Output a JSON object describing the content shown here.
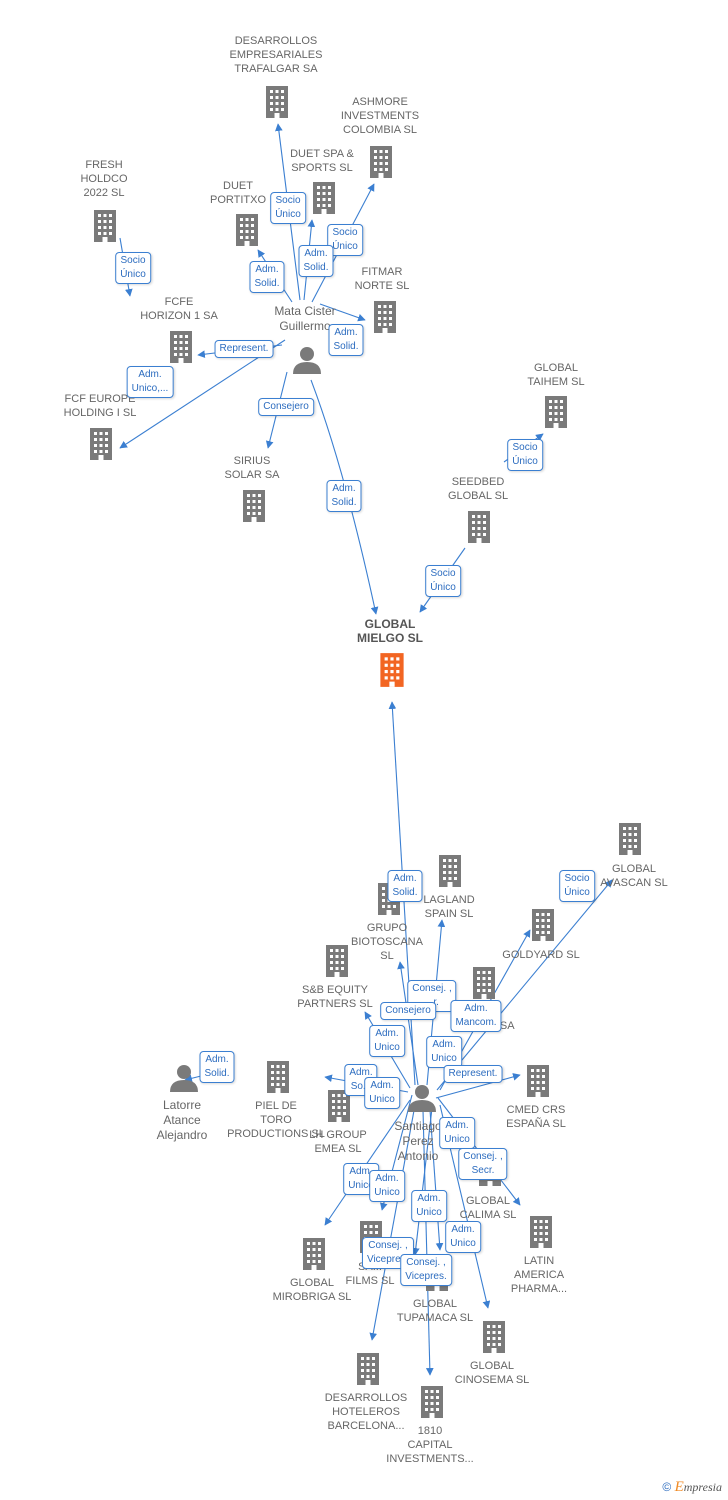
{
  "colors": {
    "building": "#7a7a7a",
    "focus": "#f26522",
    "edge": "#3b7fd1"
  },
  "focus_company": "GLOBAL\nMIELGO  SL",
  "companies": [
    "DESARROLLOS\nEMPRESARIALES\nTRAFALGAR SA",
    "ASHMORE\nINVESTMENTS\nCOLOMBIA SL",
    "DUET SPA &\nSPORTS SL",
    "FRESH\nHOLDCO\n2022  SL",
    "DUET\nPORTITXO",
    "FITMAR\nNORTE SL",
    "FCFE\nHORIZON 1 SA",
    "FCF EUROPE\nHOLDING I  SL",
    "GLOBAL\nTAIHEM SL",
    "SEEDBED\nGLOBAL  SL",
    "SIRIUS\nSOLAR SA",
    "GLOBAL\nAVASCAN  SL",
    "LAGLAND\nSPAIN SL",
    "GRUPO\nBIOTOSCANA\nSL",
    "GOLDYARD SL",
    "S&B EQUITY\nPARTNERS  SL",
    "IN...S SA",
    "PIEL DE\nTORO\nPRODUCTIONS SL",
    "LH GROUP\nEMEA  SL",
    "CMED CRS\nESPAÑA  SL",
    "GLOBAL\nCALIMA SL",
    "LATIN\nAMERICA\nPHARMA...",
    "GLOBAL\nMIROBRIGA SL",
    "SA...\nFILMS SL",
    "GLOBAL\nTUPAMACA SL",
    "GLOBAL\nCINOSEMA SL",
    "DESARROLLOS\nHOTELEROS\nBARCELONA...",
    "1810\nCAPITAL\nINVESTMENTS..."
  ],
  "persons": [
    "Mata Cister\nGuillermo",
    "Santiago\nPerez\nAntonio",
    "Latorre\nAtance\nAlejandro"
  ],
  "relations": [
    "Socio\nÚnico",
    "Adm.\nSolid.",
    "Socio\nÚnico",
    "Adm.\nSolid.",
    "Socio\nÚnico",
    "Adm.\nSolid.",
    "Represent.",
    "Adm.\nUnico,...",
    "Consejero",
    "Adm.\nSolid.",
    "Socio\nÚnico",
    "Socio\nÚnico",
    "Adm.\nSolid.",
    "Socio\nÚnico",
    "Consej. ,\n...r.",
    "Consejero",
    "Adm.\nMancom.",
    "Adm.\nUnico",
    "Adm.\nUnico",
    "Represent.",
    "Adm.\nSolid.",
    "Adm.\nSo...",
    "Adm.\nUnico",
    "Adm.\nUnico",
    "Consej. ,\nSecr.",
    "Adm.\nUnico",
    "Adm.\nUnico",
    "Adm.\nUnico",
    "Adm.\nUnico",
    "Consej. ,\nVicepre...",
    "Consej. ,\nVicepres."
  ],
  "brand": {
    "symbol": "©",
    "e": "E",
    "rest": "mpresia"
  }
}
